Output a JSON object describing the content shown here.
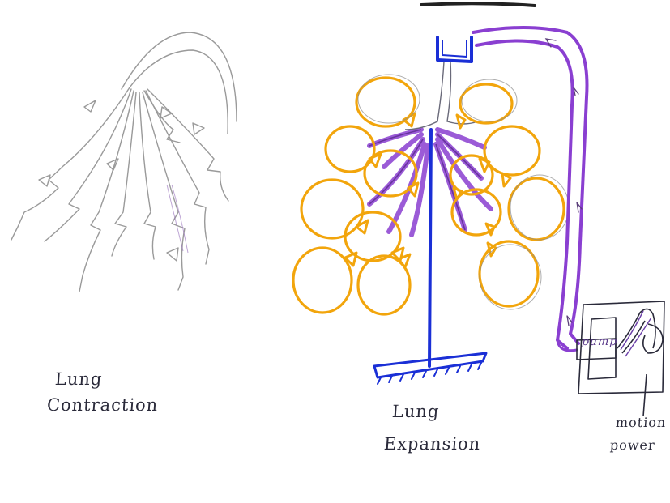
{
  "labels": {
    "contraction_line1": "Lung",
    "contraction_line2": "Contraction",
    "expansion_line1": "Lung",
    "expansion_line2": "Expansion",
    "pump": "pump",
    "motion_line1": "motion",
    "motion_line2": "power"
  },
  "colors": {
    "paper": "#ffffff",
    "pencil": "#9a9a9a",
    "balloon": "#f2a50c",
    "tube": "#8a3fd1",
    "stand": "#1a2fd6",
    "ink": "#2a2a3a"
  }
}
